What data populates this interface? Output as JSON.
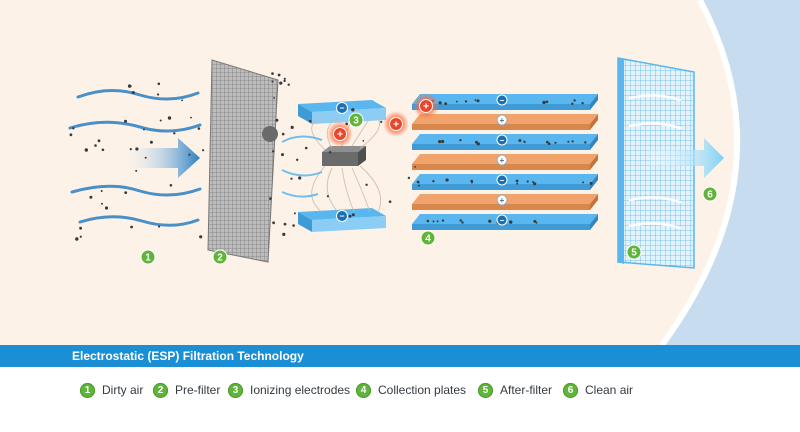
{
  "title": "Electrostatic (ESP) Filtration Technology",
  "colors": {
    "background": "#fcf2e8",
    "side_blue": "#c7dcee",
    "title_bar": "#1a8fd6",
    "badge_green": "#5fb43a",
    "negative_plate": "#5ab6ee",
    "positive_plate": "#f0a46c",
    "positive_charge": "#e8462b",
    "negative_charge": "#1a6fb5"
  },
  "steps": [
    {
      "num": "1",
      "label": "Dirty air"
    },
    {
      "num": "2",
      "label": "Pre-filter"
    },
    {
      "num": "3",
      "label": "Ionizing electrodes"
    },
    {
      "num": "4",
      "label": "Collection plates"
    },
    {
      "num": "5",
      "label": "After-filter"
    },
    {
      "num": "6",
      "label": "Clean air"
    }
  ],
  "symbols": {
    "positive": "+",
    "negative": "−"
  }
}
